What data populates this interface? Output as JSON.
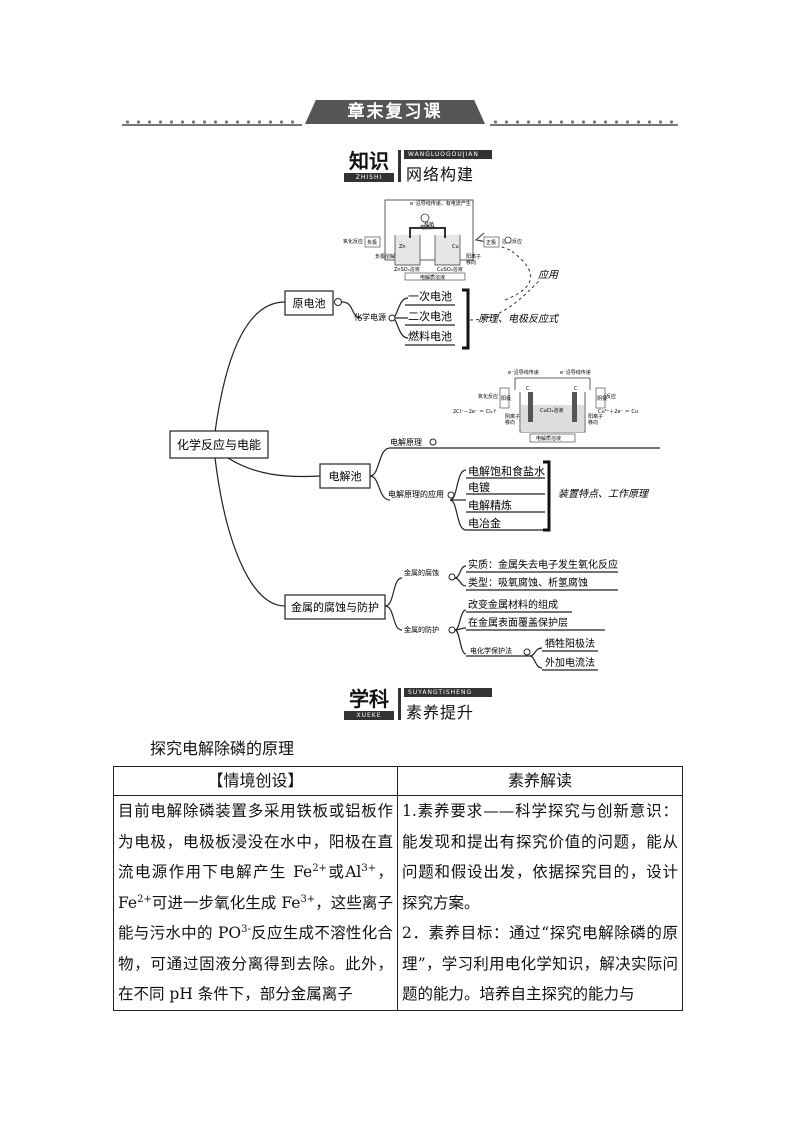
{
  "header": {
    "chapter_title": "章末复习课"
  },
  "badges": {
    "knowledge": {
      "big": "知识",
      "pinyin": "ZHISHI",
      "english": "WANGLUOGOUJIAN",
      "chinese": "网络构建"
    },
    "discipline": {
      "big": "学科",
      "pinyin": "XUEKE",
      "english": "SUYANGTISHENG",
      "chinese": "素养提升"
    }
  },
  "mindmap": {
    "root": "化学反应与电能",
    "b1": {
      "label": "原电池",
      "sub": "化学电源",
      "items": [
        "一次电池",
        "二次电池",
        "燃料电池"
      ],
      "note": "原理、电极反应式",
      "apply": "应用",
      "diagram": {
        "top1": "e⁻沿导线传递，有电流产生",
        "galv": "电流计",
        "ox": "氧化反应",
        "red": "还原反应",
        "neg": "负极",
        "pos": "正极",
        "znso4": "ZnSO₄溶液",
        "cuso4": "CuSO₄溶液",
        "zn": "Zn",
        "cu": "Cu",
        "salt": "盐桥",
        "cation": "阳离子",
        "anion": "阴离子",
        "move": "移向",
        "electrolyte": "电解质溶液",
        "diss": "负极溶解"
      }
    },
    "b2": {
      "label": "电解池",
      "principle": "电解原理",
      "apps_label": "电解原理的应用",
      "items": [
        "电解饱和食盐水",
        "电镀",
        "电解精炼",
        "电冶金"
      ],
      "note": "装置特点、工作原理",
      "diagram": {
        "e1": "e⁻沿导线传递",
        "e2": "e⁻沿导线传递",
        "ox": "氧化反应",
        "red": "还原反应",
        "anode_eq": "2Cl⁻－2e⁻ ＝ Cl₂↑",
        "cathode_eq": "Cu²⁺＋2e⁻ ＝ Cu",
        "anode": "阳极",
        "cathode": "阴极",
        "c1": "C",
        "c2": "C",
        "solution": "CuCl₂溶液",
        "anion": "阴离子",
        "cation": "阳离子",
        "move": "移向",
        "electrolyte": "电解质溶液"
      }
    },
    "b3": {
      "label": "金属的腐蚀与防护",
      "corrosion": "金属的腐蚀",
      "corrosion_items": [
        "实质：金属失去电子发生氧化反应",
        "类型：吸氧腐蚀、析氢腐蚀"
      ],
      "protection": "金属的防护",
      "protection_items": [
        "改变金属材料的组成",
        "在金属表面覆盖保护层"
      ],
      "electro": "电化学保护法",
      "electro_items": [
        "牺牲阳极法",
        "外加电流法"
      ]
    }
  },
  "section": {
    "heading": "探究电解除磷的原理",
    "table": {
      "col1_header": "【情境创设】",
      "col2_header": "素养解读",
      "left_parts": {
        "a": "目前电解除磷装置多采用铁板或铝板作为电极，电极板浸没在水中，阳极在直流电源作用下电解产生 Fe",
        "sup1": "2+",
        "b": "或Al",
        "sup2": "3+",
        "c": "，Fe",
        "sup3": "2+",
        "d": "可进一步氧化生成 Fe",
        "sup4": "3+",
        "e": "，这些离子能与污水中的 PO",
        "sup5": "3-",
        "f": "反应生成不溶性化合物，可通过固液分离得到去除。此外，在不同 pH 条件下，部分金属离子"
      },
      "right_p1": "1.素养要求——科学探究与创新意识：能发现和提出有探究价值的问题，能从问题和假设出发，依据探究目的，设计探究方案。",
      "right_p2": "2．素养目标：通过“探究电解除磷的原理”，学习利用电化学知识，解决实际问题的能力。培养自主探究的能力与"
    }
  }
}
